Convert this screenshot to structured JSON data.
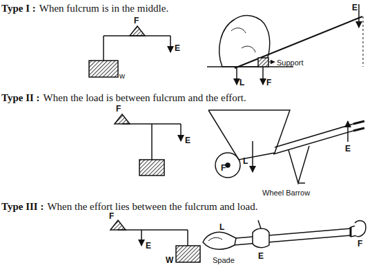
{
  "diagram": {
    "labels": [
      "Type I :",
      "When fulcrum is in the middle.",
      "F",
      "E",
      "w",
      "E",
      "Support",
      "L",
      "F",
      "Type II :",
      "When the load is between fulcrum and the effort.",
      "F",
      "E",
      "F",
      "L",
      "E",
      "Wheel Barrow",
      "Type III :",
      "When the effort lies between the fulcrum and load.",
      "F",
      "E",
      "W",
      "L",
      "E",
      "Spade",
      "F"
    ]
  }
}
